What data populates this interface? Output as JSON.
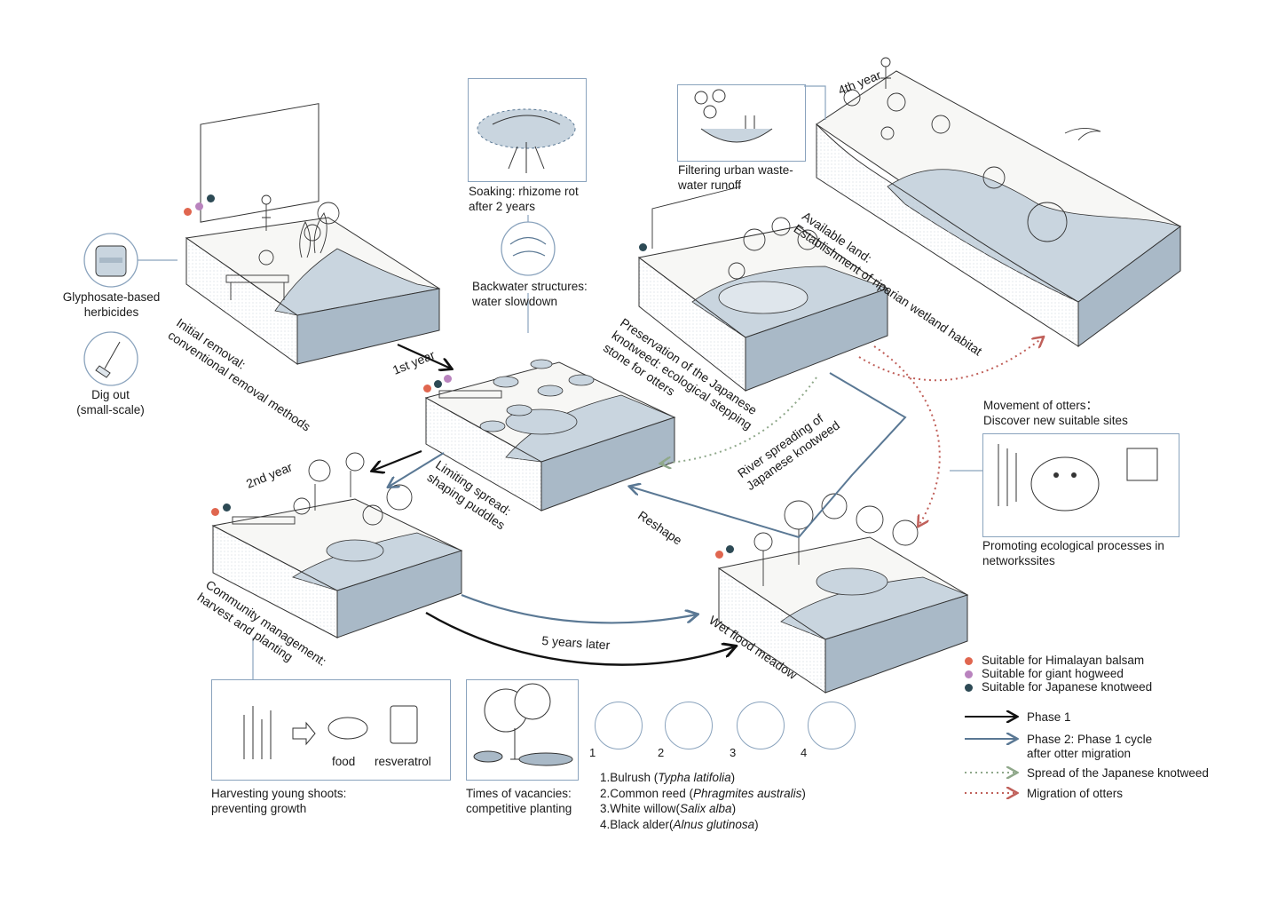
{
  "blocks": {
    "initial": [
      "Initial removal:",
      "conventional removal methods"
    ],
    "limiting": [
      "Limiting spread:",
      "shaping puddles"
    ],
    "community": [
      "Community management:",
      "harvest and planting"
    ],
    "preservation": [
      "Preservation of the Japanese",
      "knotweed: ecological stepping",
      "stone for otters"
    ],
    "available": [
      "Available land:",
      "Establishment of riparian wetland habitat"
    ],
    "wet": "Wet flood meadow"
  },
  "time_labels": {
    "first_year": "1st year",
    "second_year": "2nd year",
    "fourth_year": "4th year",
    "five_years": "5 years later",
    "reshape": "Reshape",
    "river_spreading": [
      "River spreading of",
      "Japanese knotweed"
    ]
  },
  "callouts": {
    "herbicide": [
      "Glyphosate-based",
      "herbicides"
    ],
    "dig": [
      "Dig out",
      "(small-scale)"
    ],
    "soaking": [
      "Soaking: rhizome rot",
      "after 2 years"
    ],
    "backwater": [
      "Backwater structures:",
      "water slowdown"
    ],
    "filtering": [
      "Filtering urban waste-",
      "water runoff"
    ],
    "movement": [
      "Movement of otters：",
      "Discover new suitable sites"
    ],
    "promoting": [
      "Promoting ecological processes in",
      "networkssites"
    ],
    "harvesting": [
      "Harvesting young shoots:",
      "preventing growth"
    ],
    "vacancies": [
      "Times of vacancies:",
      "competitive planting"
    ],
    "food": "food",
    "resveratrol": "resveratrol"
  },
  "species": {
    "numbers": [
      "1",
      "2",
      "3",
      "4"
    ],
    "list": [
      {
        "prefix": "1.Bulrush (",
        "latin": "Typha latifolia",
        "suffix": ")"
      },
      {
        "prefix": "2.Common reed (",
        "latin": "Phragmites australis",
        "suffix": ")"
      },
      {
        "prefix": "3.White willow(",
        "latin": "Salix alba",
        "suffix": ")"
      },
      {
        "prefix": "4.Black alder(",
        "latin": "Alnus glutinosa",
        "suffix": ")"
      }
    ]
  },
  "legend": {
    "suitability": [
      {
        "label": "Suitable for Himalayan balsam",
        "color": "#e0664f"
      },
      {
        "label": "Suitable for giant hogweed",
        "color": "#b983be"
      },
      {
        "label": "Suitable for Japanese knotweed",
        "color": "#2d4a55"
      }
    ],
    "arrows": [
      {
        "label": "Phase 1",
        "color": "#111111",
        "style": "solid"
      },
      {
        "label": "Phase 2: Phase 1 cycle",
        "label2": "after otter migration",
        "color": "#5a7894",
        "style": "solid"
      },
      {
        "label": "Spread of the Japanese knotweed",
        "color": "#8fa88a",
        "style": "dotted"
      },
      {
        "label": "Migration of otters",
        "color": "#c0605a",
        "style": "dotted"
      }
    ]
  },
  "colors": {
    "water": "#c9d5df",
    "water_dark": "#a9b9c7",
    "panel_border": "#8aa3bd",
    "phase2": "#5a7894"
  }
}
